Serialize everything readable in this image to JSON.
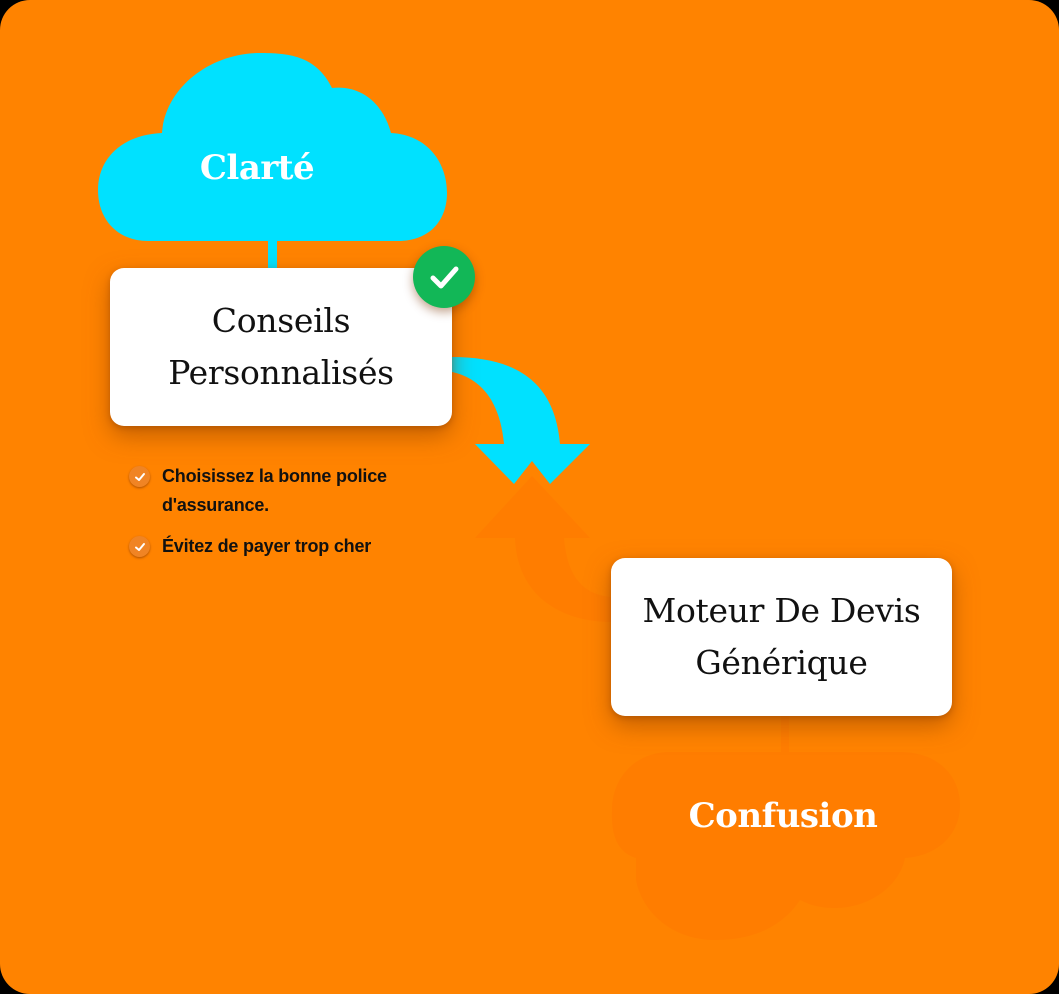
{
  "diagram": {
    "background_color": "#FF8300",
    "top_cloud": {
      "label": "Clarté",
      "color": "#00E1FF",
      "icon": "cloud-icon"
    },
    "top_card": {
      "line1": "Conseils",
      "line2": "Personnalisés",
      "badge": {
        "icon": "check-circle-icon",
        "color": "#12B757"
      }
    },
    "benefits": [
      {
        "icon": "check-circle-icon",
        "line1": "Choisissez la bonne police",
        "line2": "d'assurance."
      },
      {
        "icon": "check-circle-icon",
        "line1": "Évitez de payer trop cher",
        "line2": ""
      }
    ],
    "arrows": [
      {
        "name": "arrow-down",
        "from": "Conseils Personnalisés",
        "direction": "down",
        "color": "#00E1FF"
      },
      {
        "name": "arrow-up",
        "from": "Moteur De Devis Générique",
        "direction": "up",
        "color": "#FF7D00"
      }
    ],
    "bottom_card": {
      "line1": "Moteur De Devis",
      "line2": "Générique"
    },
    "bottom_cloud": {
      "label": "Confusion",
      "color": "#FF7D00",
      "icon": "cloud-icon"
    }
  }
}
